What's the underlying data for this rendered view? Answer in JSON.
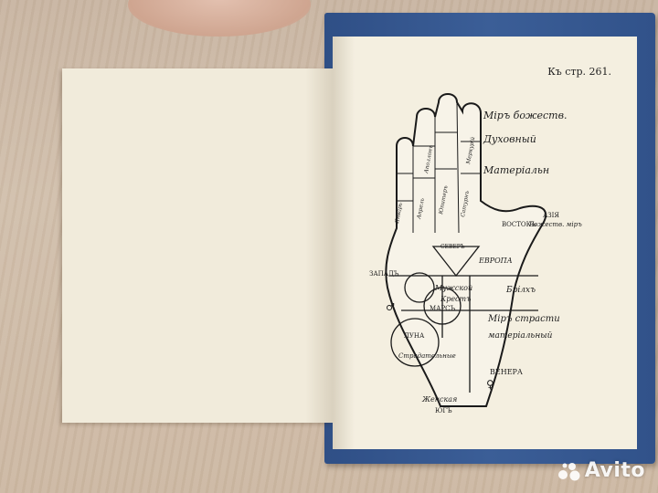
{
  "page_ref": "Къ стр. 261.",
  "labels": {
    "mir_bozh": "Мiръ божеств.",
    "dukhovny": "Духовный",
    "materialny": "Матерiальн",
    "aziya": "АЗIЯ",
    "vozhest_mir": "Вожеств. мiръ",
    "vostok": "ВОСТОКЪ",
    "zapad": "ЗАПАДЪ",
    "evropa": "ЕВРОПА",
    "muzhskoy": "Мужской",
    "krest": "Крестъ",
    "brilkh": "Брiлхъ",
    "mir_strasti": "Мiръ страсти",
    "materialny2": "матерiальный",
    "venera": "ВЕНЕРА",
    "luna": "ЛУНА",
    "mars": "МАРСЪ",
    "zhenskoy": "Женская",
    "yug": "ЮГЪ",
    "stradatelnye": "Страдательные",
    "sever": "СЕВЕРЪ",
    "fingers": [
      "Январь",
      "Апрель",
      "Юпитеръ",
      "Сатурнъ",
      "Аполлонъ",
      "Меркурiй"
    ]
  },
  "watermark": "Avito"
}
